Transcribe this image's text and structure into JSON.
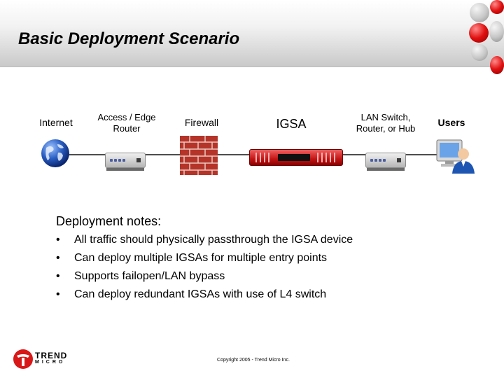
{
  "title": "Basic Deployment Scenario",
  "diagram": {
    "nodes": [
      {
        "id": "internet",
        "label": "Internet",
        "icon": "globe-icon"
      },
      {
        "id": "router",
        "label": "Access / Edge Router",
        "icon": "router-icon"
      },
      {
        "id": "firewall",
        "label": "Firewall",
        "icon": "firewall-icon"
      },
      {
        "id": "igsa",
        "label": "IGSA",
        "icon": "appliance-icon"
      },
      {
        "id": "lan",
        "label": "LAN Switch, Router, or Hub",
        "icon": "switch-icon"
      },
      {
        "id": "users",
        "label": "Users",
        "icon": "user-computer-icon"
      }
    ],
    "connection_color": "#4d4d4d"
  },
  "notes": {
    "heading": "Deployment notes:",
    "bullet": "•",
    "items": [
      "All traffic should physically passthrough the IGSA device",
      "Can deploy multiple IGSAs for multiple entry points",
      "Supports failopen/LAN bypass",
      "Can deploy redundant IGSAs with use of L4 switch"
    ]
  },
  "footer": {
    "logo_text": "TREND",
    "logo_subtext": "MICRO",
    "copyright": "Copyright 2005 - Trend Micro Inc."
  },
  "colors": {
    "brand_red": "#d81818",
    "firewall_brick": "#b5342a",
    "igsa_red": "#c21414"
  }
}
